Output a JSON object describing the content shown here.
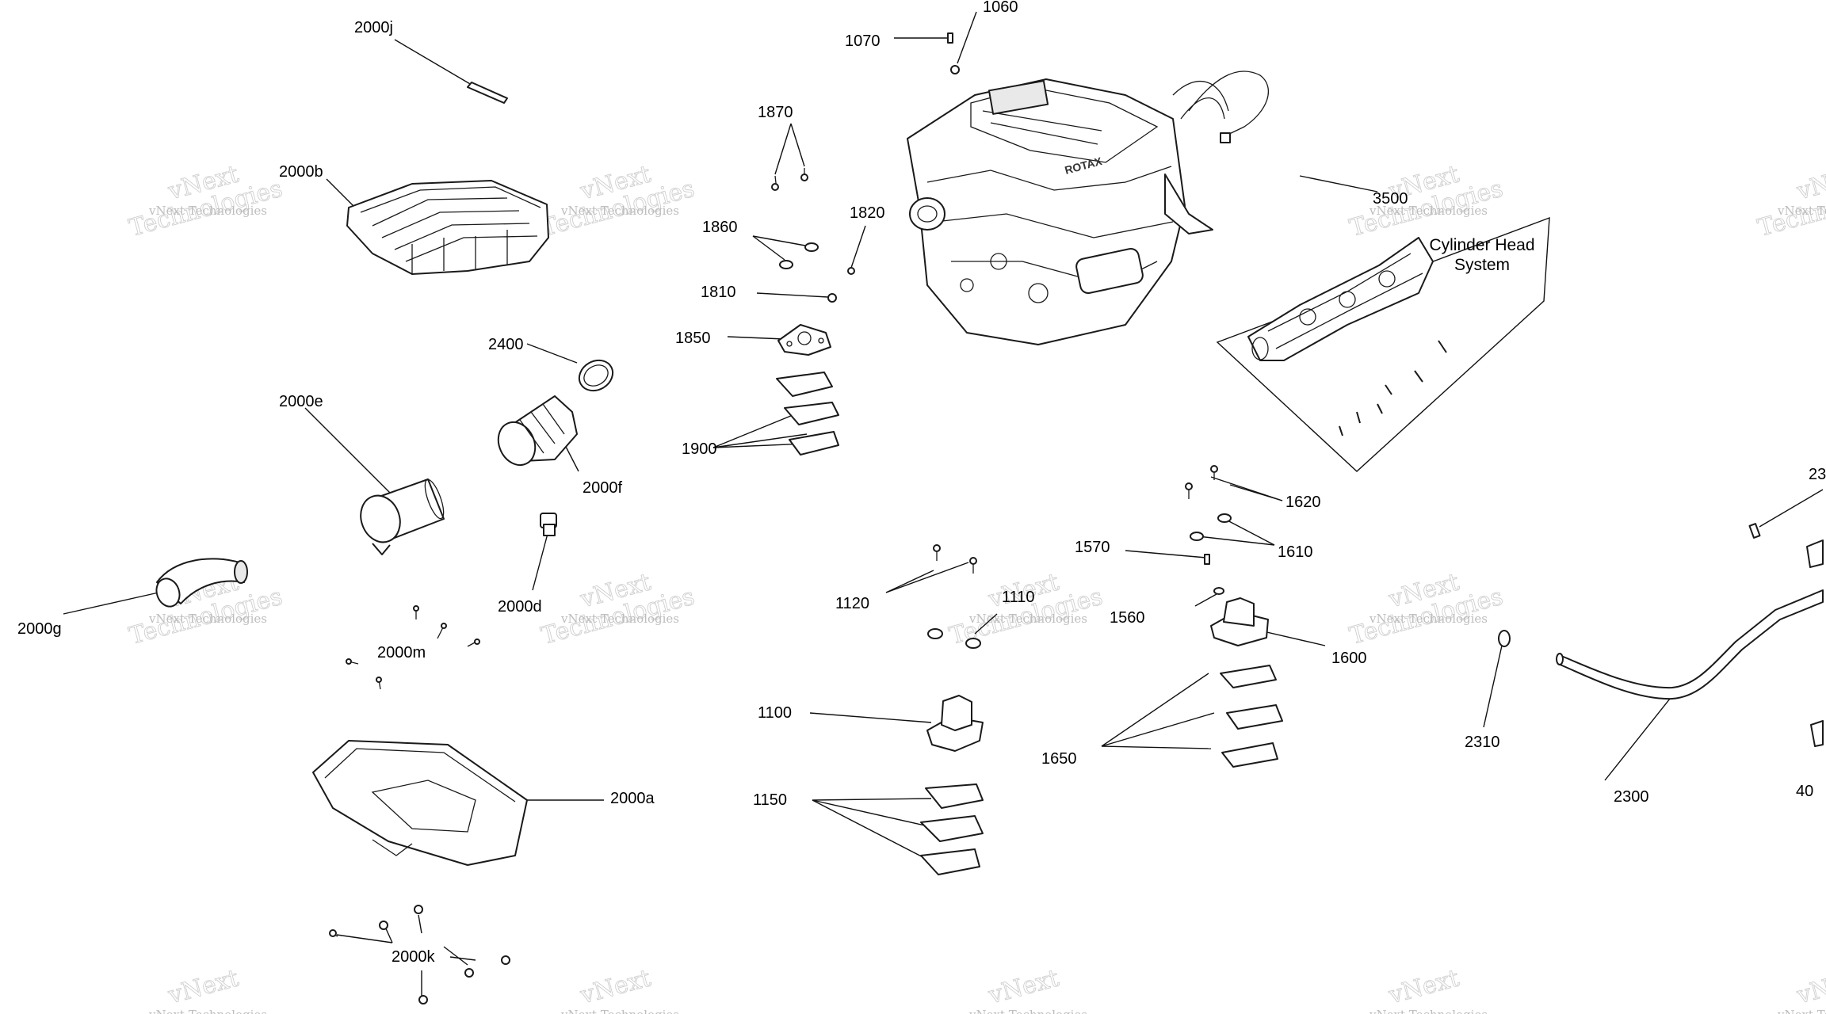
{
  "labels": {
    "l_2000j": "2000j",
    "l_2000b": "2000b",
    "l_2400": "2400",
    "l_2000e": "2000e",
    "l_2000f": "2000f",
    "l_2000d": "2000d",
    "l_2000g": "2000g",
    "l_2000m": "2000m",
    "l_2000a": "2000a",
    "l_2000k": "2000k",
    "l_1060": "1060",
    "l_1070": "1070",
    "l_1870": "1870",
    "l_1860": "1860",
    "l_1820": "1820",
    "l_1810": "1810",
    "l_1850": "1850",
    "l_1900": "1900",
    "l_1120": "1120",
    "l_1110": "1110",
    "l_1100": "1100",
    "l_1150": "1150",
    "l_1570": "1570",
    "l_1560": "1560",
    "l_1620": "1620",
    "l_1610": "1610",
    "l_1600": "1600",
    "l_1650": "1650",
    "l_2310": "2310",
    "l_2300": "2300",
    "l_3500": "3500",
    "l_23": "23",
    "l_40": "40"
  },
  "callout": {
    "line1": "Cylinder Head",
    "line2": "System"
  },
  "watermark": {
    "line1": "vNext",
    "line2": "Technologies",
    "small": "vNext Technologies"
  },
  "engine_brand": "ROTAX"
}
